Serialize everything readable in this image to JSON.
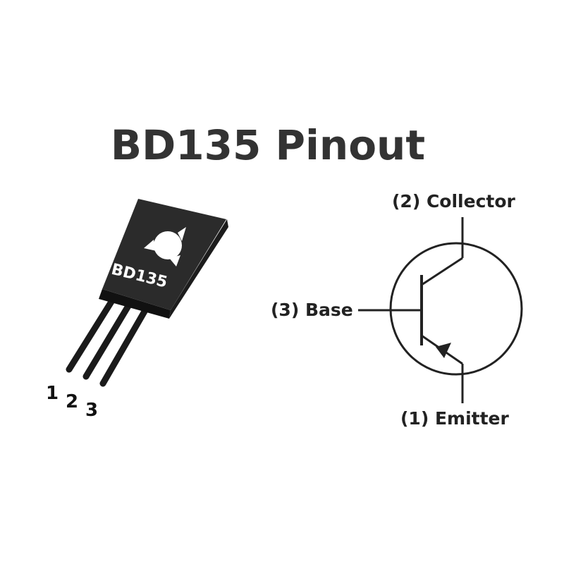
{
  "title": "BD135 Pinout",
  "package": {
    "marking": "BD135",
    "pin_numbers": [
      "1",
      "2",
      "3"
    ]
  },
  "symbol": {
    "collector_label": "(2) Collector",
    "base_label": "(3) Base",
    "emitter_label": "(1) Emitter"
  },
  "colors": {
    "background": "#ffffff",
    "title": "#333333",
    "package_body": "#2b2b2b",
    "lead": "#1a1a1a",
    "line": "#222222"
  }
}
